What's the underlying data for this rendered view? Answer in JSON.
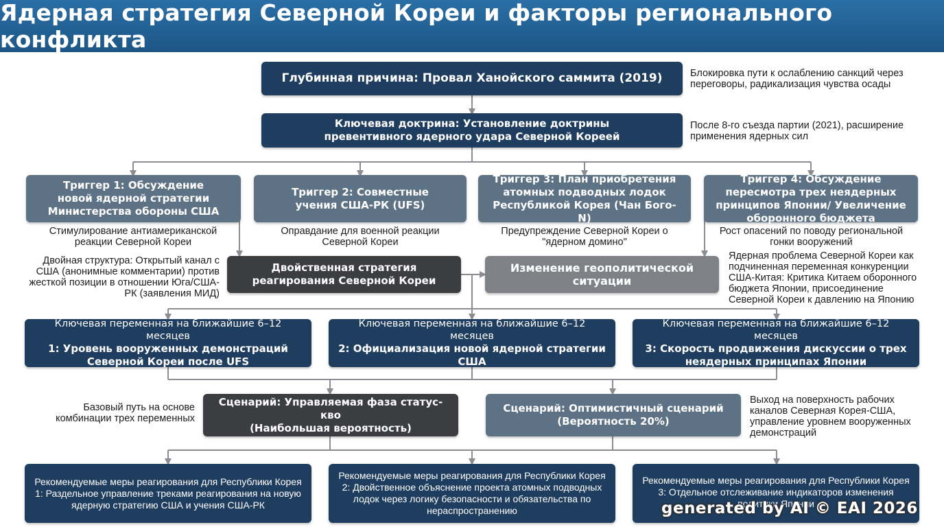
{
  "title": "Ядерная стратегия Северной Кореи и факторы регионального конфликта",
  "root": {
    "label": "Глубинная причина: Провал Ханойского саммита (2019)",
    "note": "Блокировка пути к ослаблению санкций через переговоры, радикализация чувства осады"
  },
  "doctrine": {
    "label": "Ключевая доктрина: Установление доктрины превентивного ядерного удара Северной Кореей",
    "note": "После 8-го съезда партии (2021), расширение применения ядерных сил"
  },
  "triggers": [
    {
      "label": "Триггер 1: Обсуждение новой ядерной стратегии Министерства обороны США",
      "note": "Стимулирование антиамериканской реакции Северной Кореи"
    },
    {
      "label": "Триггер 2: Совместные учения США-РК (UFS)",
      "note": "Оправдание для военной реакции Северной Кореи"
    },
    {
      "label": "Триггер 3: План приобретения атомных подводных лодок Республикой Корея (Чан Бого-N)",
      "note": "Предупреждение Северной Кореи о \"ядерном домино\""
    },
    {
      "label": "Триггер 4: Обсуждение пересмотра трех неядерных принципов Японии/ Увеличение оборонного бюджета",
      "note": "Рост опасений по поводу региональной гонки вооружений"
    }
  ],
  "dual": {
    "label": "Двойственная стратегия реагирования Северной Кореи",
    "note": "Двойная структура: Открытый канал с США (анонимные комментарии) против жесткой позиции в отношении Юга/США-РК (заявления МИД)"
  },
  "geo": {
    "label": "Изменение геополитической ситуации",
    "note": "Ядерная проблема Северной Кореи как подчиненная переменная конкуренции США-Китая: Критика Китаем оборонного бюджета Японии, присоединение Северной Кореи к давлению на Японию"
  },
  "variables": [
    {
      "prefix": "Ключевая переменная на ближайшие 6–12 месяцев",
      "label": "1: Уровень вооруженных демонстраций Северной Кореи после UFS"
    },
    {
      "prefix": "Ключевая переменная на ближайшие 6–12 месяцев",
      "label": "2: Официализация новой ядерной стратегии США"
    },
    {
      "prefix": "Ключевая переменная на ближайшие 6–12 месяцев",
      "label": "3: Скорость продвижения дискуссии о трех неядерных принципах Японии"
    }
  ],
  "scenarios": [
    {
      "label1": "Сценарий: Управляемая фаза статус-кво",
      "label2": "(Наибольшая вероятность)",
      "note": "Базовый путь на основе комбинации трех переменных"
    },
    {
      "label1": "Сценарий: Оптимистичный сценарий",
      "label2": "(Вероятность 20%)",
      "note": "Выход на поверхность рабочих каналов Северная Корея-США, управление уровнем вооруженных демонстраций"
    }
  ],
  "recommendations": [
    {
      "prefix": "Рекомендуемые меры реагирования для Республики Корея",
      "label": "1: Раздельное управление треками реагирования на новую ядерную стратегию США и учения США-РК"
    },
    {
      "prefix": "Рекомендуемые меры реагирования для Республики Корея",
      "label": "2: Двойственное объяснение проекта атомных подводных лодок через логику безопасности и обязательства по нераспространению"
    },
    {
      "prefix": "Рекомендуемые меры реагирования для Республики Корея",
      "label": "3: Отдельное отслеживание индикаторов изменения политики Японии"
    }
  ],
  "watermark": "generated by AI © EAI 2026",
  "colors": {
    "banner": "#1d5686",
    "navy": "#1f3d5e",
    "steel": "#5e7285",
    "charcoal": "#3b3d40",
    "gray": "#7e8287",
    "connector": "#8a8d91"
  }
}
